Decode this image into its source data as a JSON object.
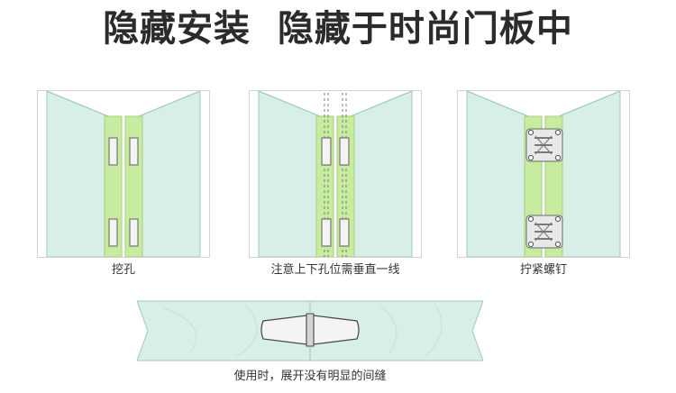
{
  "title": "隐藏安装  隐藏于时尚门板中",
  "steps": [
    {
      "caption": "挖孔"
    },
    {
      "caption": "注意上下孔位需垂直一线"
    },
    {
      "caption": "拧紧螺钉"
    }
  ],
  "bottom": {
    "caption": "使用时，展开没有明显的间缝"
  },
  "colors": {
    "glass": "#d8efe8",
    "glass_edge": "#9fc9bd",
    "door_edge": "#c8ec9f",
    "hinge_metal": "#e8e8e8",
    "title": "#2b2b2b"
  }
}
